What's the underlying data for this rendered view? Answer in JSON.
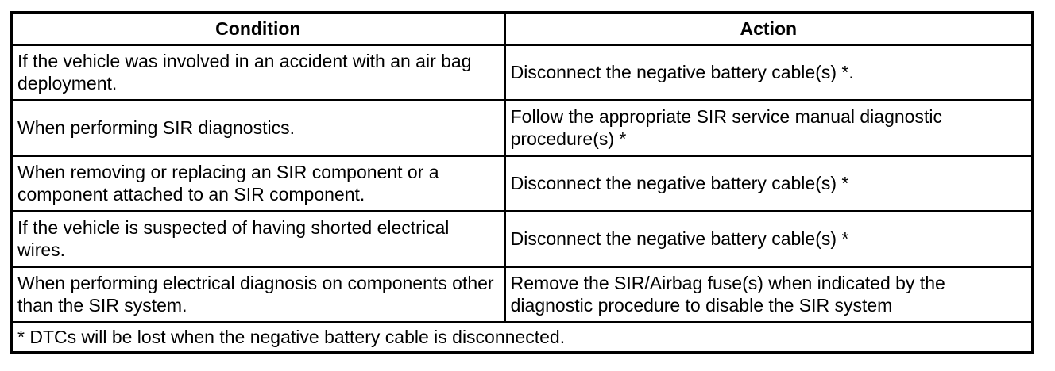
{
  "colors": {
    "border": "#000000",
    "text": "#000000",
    "background": "#ffffff"
  },
  "table": {
    "columns": {
      "condition": "Condition",
      "action": "Action"
    },
    "rows": [
      {
        "condition": "If the vehicle was involved in an accident with an air bag deployment.",
        "action": "Disconnect the negative battery cable(s) *."
      },
      {
        "condition": "When performing SIR diagnostics.",
        "action": "Follow the appropriate SIR service manual diagnostic procedure(s) *"
      },
      {
        "condition": "When removing or replacing an SIR component or a component attached to an SIR component.",
        "action": "Disconnect the negative battery cable(s) *"
      },
      {
        "condition": "If the vehicle is suspected of having shorted electrical wires.",
        "action": "Disconnect the negative battery cable(s) *"
      },
      {
        "condition": "When performing electrical diagnosis on components other than the SIR system.",
        "action": "Remove the SIR/Airbag fuse(s) when indicated by the diagnostic procedure to disable the SIR system"
      }
    ],
    "footnote": "* DTCs will be lost when the negative battery cable is disconnected."
  }
}
